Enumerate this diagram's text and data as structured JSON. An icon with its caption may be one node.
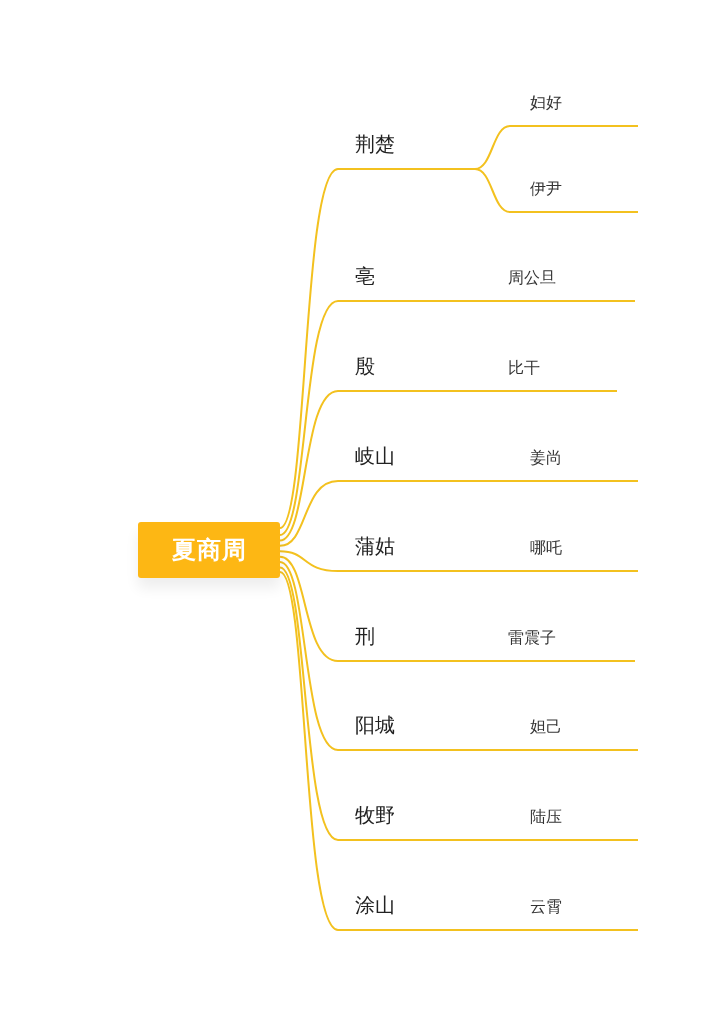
{
  "diagram": {
    "nodes": [
      {
        "text": [
          "夏商周"
        ]
      },
      {
        "text": [
          "荆楚"
        ]
      },
      {
        "text": [
          "妇好"
        ]
      },
      {
        "text": [
          "伊尹"
        ]
      },
      {
        "text": [
          "亳"
        ]
      },
      {
        "text": [
          "周公旦"
        ]
      },
      {
        "text": [
          "殷"
        ]
      },
      {
        "text": [
          "比干"
        ]
      },
      {
        "text": [
          "岐山"
        ]
      },
      {
        "text": [
          "姜尚"
        ]
      },
      {
        "text": [
          "蒲姑"
        ]
      },
      {
        "text": [
          "哪吒"
        ]
      },
      {
        "text": [
          "刑"
        ]
      },
      {
        "text": [
          "雷震子"
        ]
      },
      {
        "text": [
          "阳城"
        ]
      },
      {
        "text": [
          "妲己"
        ]
      },
      {
        "text": [
          "牧野"
        ]
      },
      {
        "text": [
          "陆压"
        ]
      },
      {
        "text": [
          "涂山"
        ]
      },
      {
        "text": [
          "云霄"
        ]
      }
    ],
    "edges": [
      {
        "from": 0,
        "to": 1,
        "arrow": "none"
      },
      {
        "from": 1,
        "to": 2,
        "arrow": "none"
      },
      {
        "from": 1,
        "to": 3,
        "arrow": "none"
      },
      {
        "from": 0,
        "to": 4,
        "arrow": "none"
      },
      {
        "from": 4,
        "to": 5,
        "arrow": "none"
      },
      {
        "from": 0,
        "to": 6,
        "arrow": "none"
      },
      {
        "from": 6,
        "to": 7,
        "arrow": "none"
      },
      {
        "from": 0,
        "to": 8,
        "arrow": "none"
      },
      {
        "from": 8,
        "to": 9,
        "arrow": "none"
      },
      {
        "from": 0,
        "to": 10,
        "arrow": "none"
      },
      {
        "from": 10,
        "to": 11,
        "arrow": "none"
      },
      {
        "from": 0,
        "to": 12,
        "arrow": "none"
      },
      {
        "from": 12,
        "to": 13,
        "arrow": "none"
      },
      {
        "from": 0,
        "to": 14,
        "arrow": "none"
      },
      {
        "from": 14,
        "to": 15,
        "arrow": "none"
      },
      {
        "from": 0,
        "to": 16,
        "arrow": "none"
      },
      {
        "from": 16,
        "to": 17,
        "arrow": "none"
      },
      {
        "from": 0,
        "to": 18,
        "arrow": "none"
      },
      {
        "from": 18,
        "to": 19,
        "arrow": "none"
      }
    ]
  }
}
